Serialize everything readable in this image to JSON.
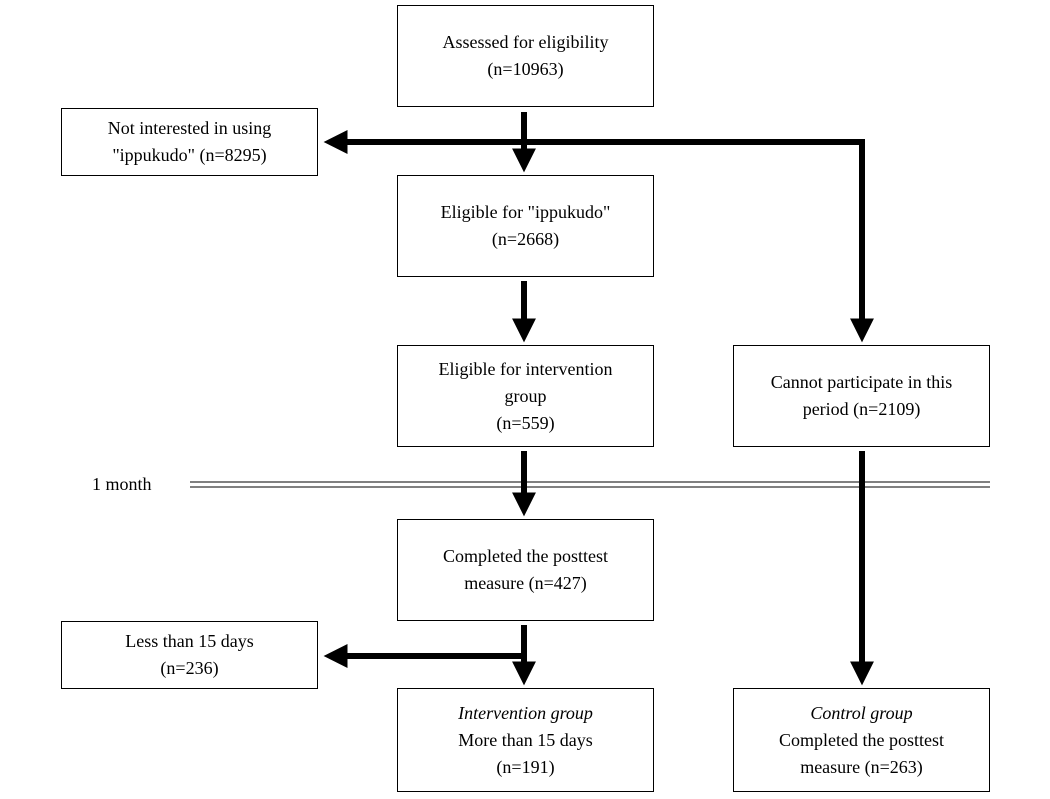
{
  "diagram": {
    "assessed": {
      "lines": [
        "Assessed for eligibility",
        "(n=10963)"
      ]
    },
    "not_interested": {
      "lines": [
        "Not interested in using",
        "\"ippukudo\" (n=8295)"
      ]
    },
    "eligible_ippukudo": {
      "lines": [
        "Eligible for \"ippukudo\"",
        "(n=2668)"
      ]
    },
    "eligible_intervention": {
      "lines": [
        "Eligible for intervention",
        "group",
        "(n=559)"
      ]
    },
    "cannot_participate": {
      "lines": [
        "Cannot participate in this",
        "period (n=2109)"
      ]
    },
    "time_marker": "1 month",
    "completed_posttest": {
      "lines": [
        "Completed the posttest",
        "measure (n=427)"
      ]
    },
    "less_than_15": {
      "lines": [
        "Less than 15 days",
        "(n=236)"
      ]
    },
    "intervention_group": {
      "title": "Intervention group",
      "lines": [
        "More than 15 days",
        "(n=191)"
      ]
    },
    "control_group": {
      "title": "Control group",
      "lines": [
        "Completed the posttest",
        "measure (n=263)"
      ]
    }
  },
  "colors": {
    "stroke": "#000000",
    "background": "#ffffff"
  }
}
